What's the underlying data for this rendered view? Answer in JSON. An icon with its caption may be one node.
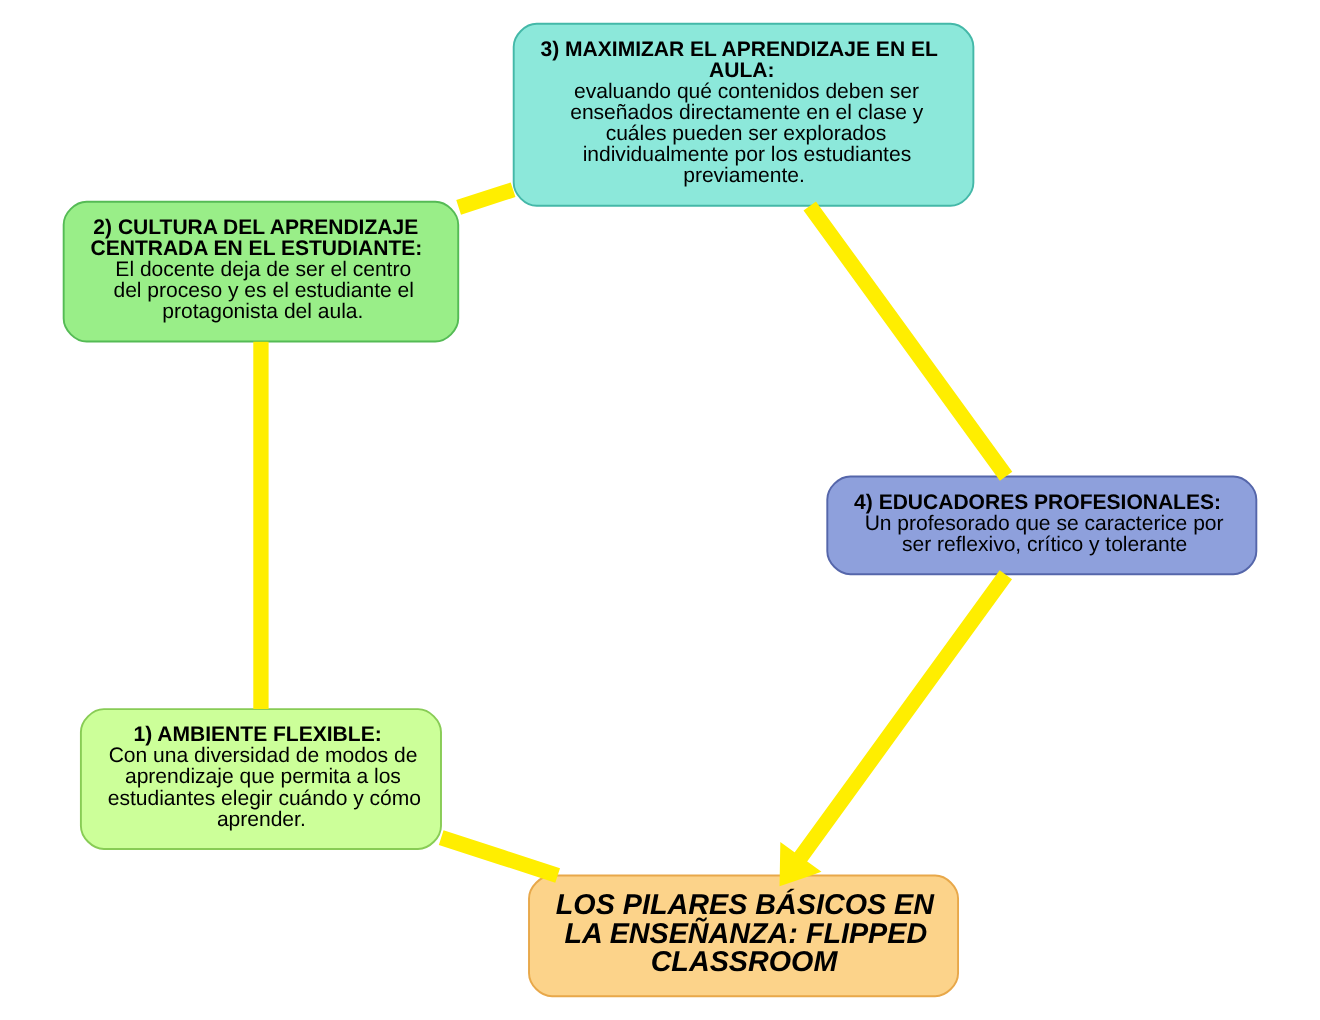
{
  "diagram": {
    "nodes": [
      {
        "text": [
          "LOS PILARES BÁSICOS EN LA ENSEÑANZA: FLIPPED CLASSROOM"
        ]
      },
      {
        "text": [
          "1) AMBIENTE FLEXIBLE:",
          "Con una diversidad de modos de aprendizaje que permita a los estudiantes elegir cuándo y cómo aprender."
        ]
      },
      {
        "text": [
          "2) CULTURA DEL APRENDIZAJE CENTRADA EN EL ESTUDIANTE:",
          "El docente deja de ser el centro del proceso y es el estudiante el protagonista del aula."
        ]
      },
      {
        "text": [
          "3) MAXIMIZAR EL APRENDIZAJE EN EL AULA:",
          "evaluando qué contenidos deben ser enseñados directamente en el clase y cuáles pueden ser explorados individualmente por los estudiantes previamente."
        ]
      },
      {
        "text": [
          "4) EDUCADORES PROFESIONALES:",
          "Un profesorado que se caracterice por ser reflexivo, crítico y tolerante"
        ]
      }
    ],
    "edges": [
      {
        "from": 0,
        "to": 1,
        "arrow": "none"
      },
      {
        "from": 1,
        "to": 2,
        "arrow": "none"
      },
      {
        "from": 2,
        "to": 3,
        "arrow": "none"
      },
      {
        "from": 3,
        "to": 4,
        "arrow": "none"
      },
      {
        "from": 4,
        "to": 0,
        "arrow": "to"
      }
    ]
  }
}
